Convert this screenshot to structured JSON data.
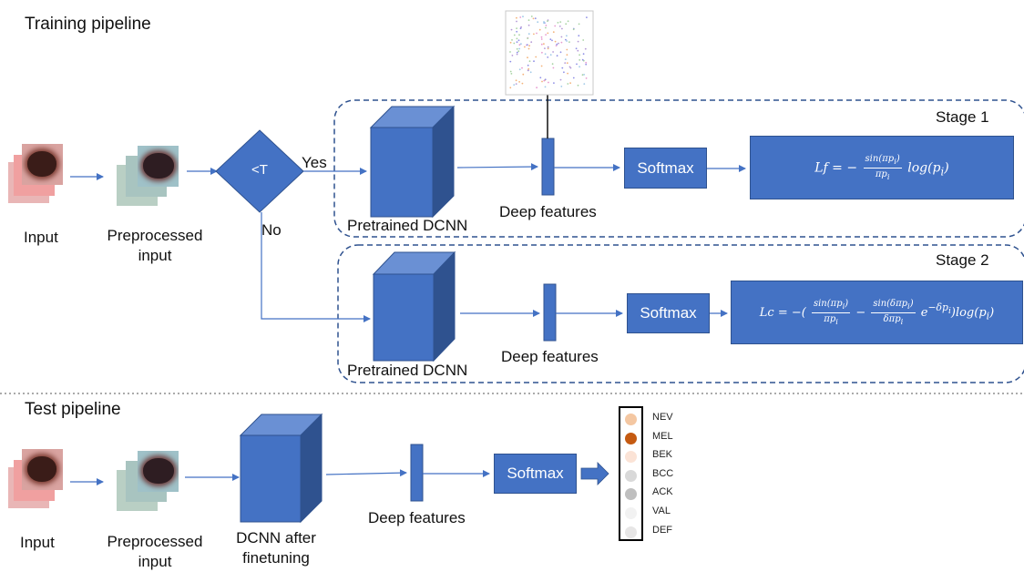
{
  "training": {
    "title": "Training pipeline",
    "input_label": "Input",
    "preprocessed_label": [
      "Preprocessed",
      "input"
    ],
    "decision_label": "<T",
    "yes_label": "Yes",
    "no_label": "No",
    "stage1": {
      "stage_label": "Stage 1",
      "dcnn_label": "Pretrained DCNN",
      "features_label": "Deep features",
      "softmax_label": "Softmax",
      "loss_lhs": "Lf",
      "loss_text": "Lf = −sin(πpᵢ)/(πpᵢ) log(pᵢ)"
    },
    "stage2": {
      "stage_label": "Stage 2",
      "dcnn_label": "Pretrained DCNN",
      "features_label": "Deep features",
      "softmax_label": "Softmax",
      "loss_lhs": "Lc",
      "loss_text": "Lc = −(sin(πpᵢ)/(πpᵢ) − sin(δπpᵢ)/(δπpᵢ) e^(−δpᵢ)) log(pᵢ)"
    }
  },
  "test": {
    "title": "Test pipeline",
    "input_label": "Input",
    "preprocessed_label": [
      "Preprocessed",
      "input"
    ],
    "dcnn_label": [
      "DCNN after",
      "finetuning"
    ],
    "features_label": "Deep features",
    "softmax_label": "Softmax",
    "classes": [
      {
        "name": "NEV",
        "color": "#f4c7a2"
      },
      {
        "name": "MEL",
        "color": "#c55a11"
      },
      {
        "name": "BEK",
        "color": "#fbe3d6"
      },
      {
        "name": "BCC",
        "color": "#d9d9d9"
      },
      {
        "name": "ACK",
        "color": "#bfbfbf"
      },
      {
        "name": "VAL",
        "color": "#f2f2f2"
      },
      {
        "name": "DEF",
        "color": "#e7e6e6"
      }
    ]
  },
  "colors": {
    "box_fill": "#4472c4",
    "box_border": "#2f528f",
    "cube_top": "#6a90d4",
    "cube_side": "#2f528f",
    "arrow": "#4472c4",
    "dashed": "#2f528f"
  }
}
